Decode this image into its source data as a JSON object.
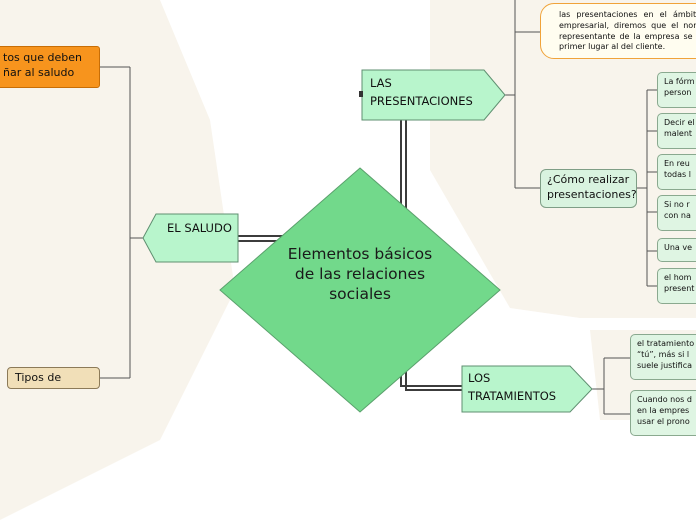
{
  "central": {
    "title": "Elementos básicos de las relaciones sociales"
  },
  "branches": {
    "saludo": {
      "label": "EL SALUDO",
      "children": [
        {
          "label": "tos que deben\nñar al saludo"
        },
        {
          "label": "Tipos de saludos"
        }
      ]
    },
    "presentaciones": {
      "label": "LAS PRESENTACIONES",
      "note": "las presentaciones en el ámbito empresarial, diremos que el nom representante de la empresa se c primer lugar al del cliente.",
      "sub": {
        "label": "¿Cómo realizar presentaciones?",
        "items": [
          {
            "label": "La fórm\nperson"
          },
          {
            "label": "Decir el\nmalent"
          },
          {
            "label": "En reu\ntodas l"
          },
          {
            "label": "Si no r\ncon na"
          },
          {
            "label": "Una ve"
          },
          {
            "label": "el hom\npresent"
          }
        ]
      }
    },
    "tratamientos": {
      "label": "LOS TRATAMIENTOS",
      "items": [
        {
          "label": "el tratamiento\n“tú”, más si l\nsuele justifica"
        },
        {
          "label": "Cuando nos d\nen la empres\nusar el prono"
        }
      ]
    }
  },
  "colors": {
    "central_fill": "#72d98b",
    "branch_fill": "#b8f5cc",
    "orange_node": "#f7941d",
    "tan_node": "#f1dfb8",
    "connector": "#3c3c3c"
  }
}
